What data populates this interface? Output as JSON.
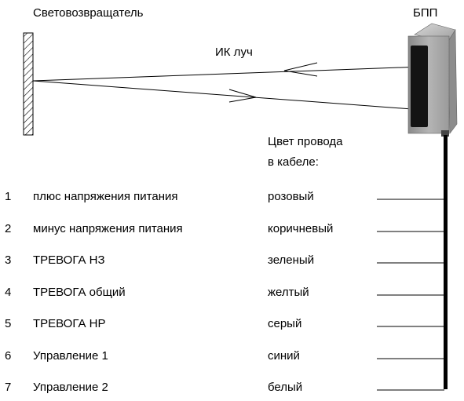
{
  "labels": {
    "reflector": "Световозвращатель",
    "sensor": "БПП",
    "beam": "ИК луч",
    "wire_header_line1": "Цвет провода",
    "wire_header_line2": "в кабеле:"
  },
  "wires": [
    {
      "num": "1",
      "signal": "плюс напряжения питания",
      "color": "розовый"
    },
    {
      "num": "2",
      "signal": "минус напряжения питания",
      "color": "коричневый"
    },
    {
      "num": "3",
      "signal": "ТРЕВОГА НЗ",
      "color": "зеленый"
    },
    {
      "num": "4",
      "signal": "ТРЕВОГА общий",
      "color": "желтый"
    },
    {
      "num": "5",
      "signal": "ТРЕВОГА НР",
      "color": "серый"
    },
    {
      "num": "6",
      "signal": "Управление 1",
      "color": "синий"
    },
    {
      "num": "7",
      "signal": "Управление 2",
      "color": "белый"
    }
  ]
}
